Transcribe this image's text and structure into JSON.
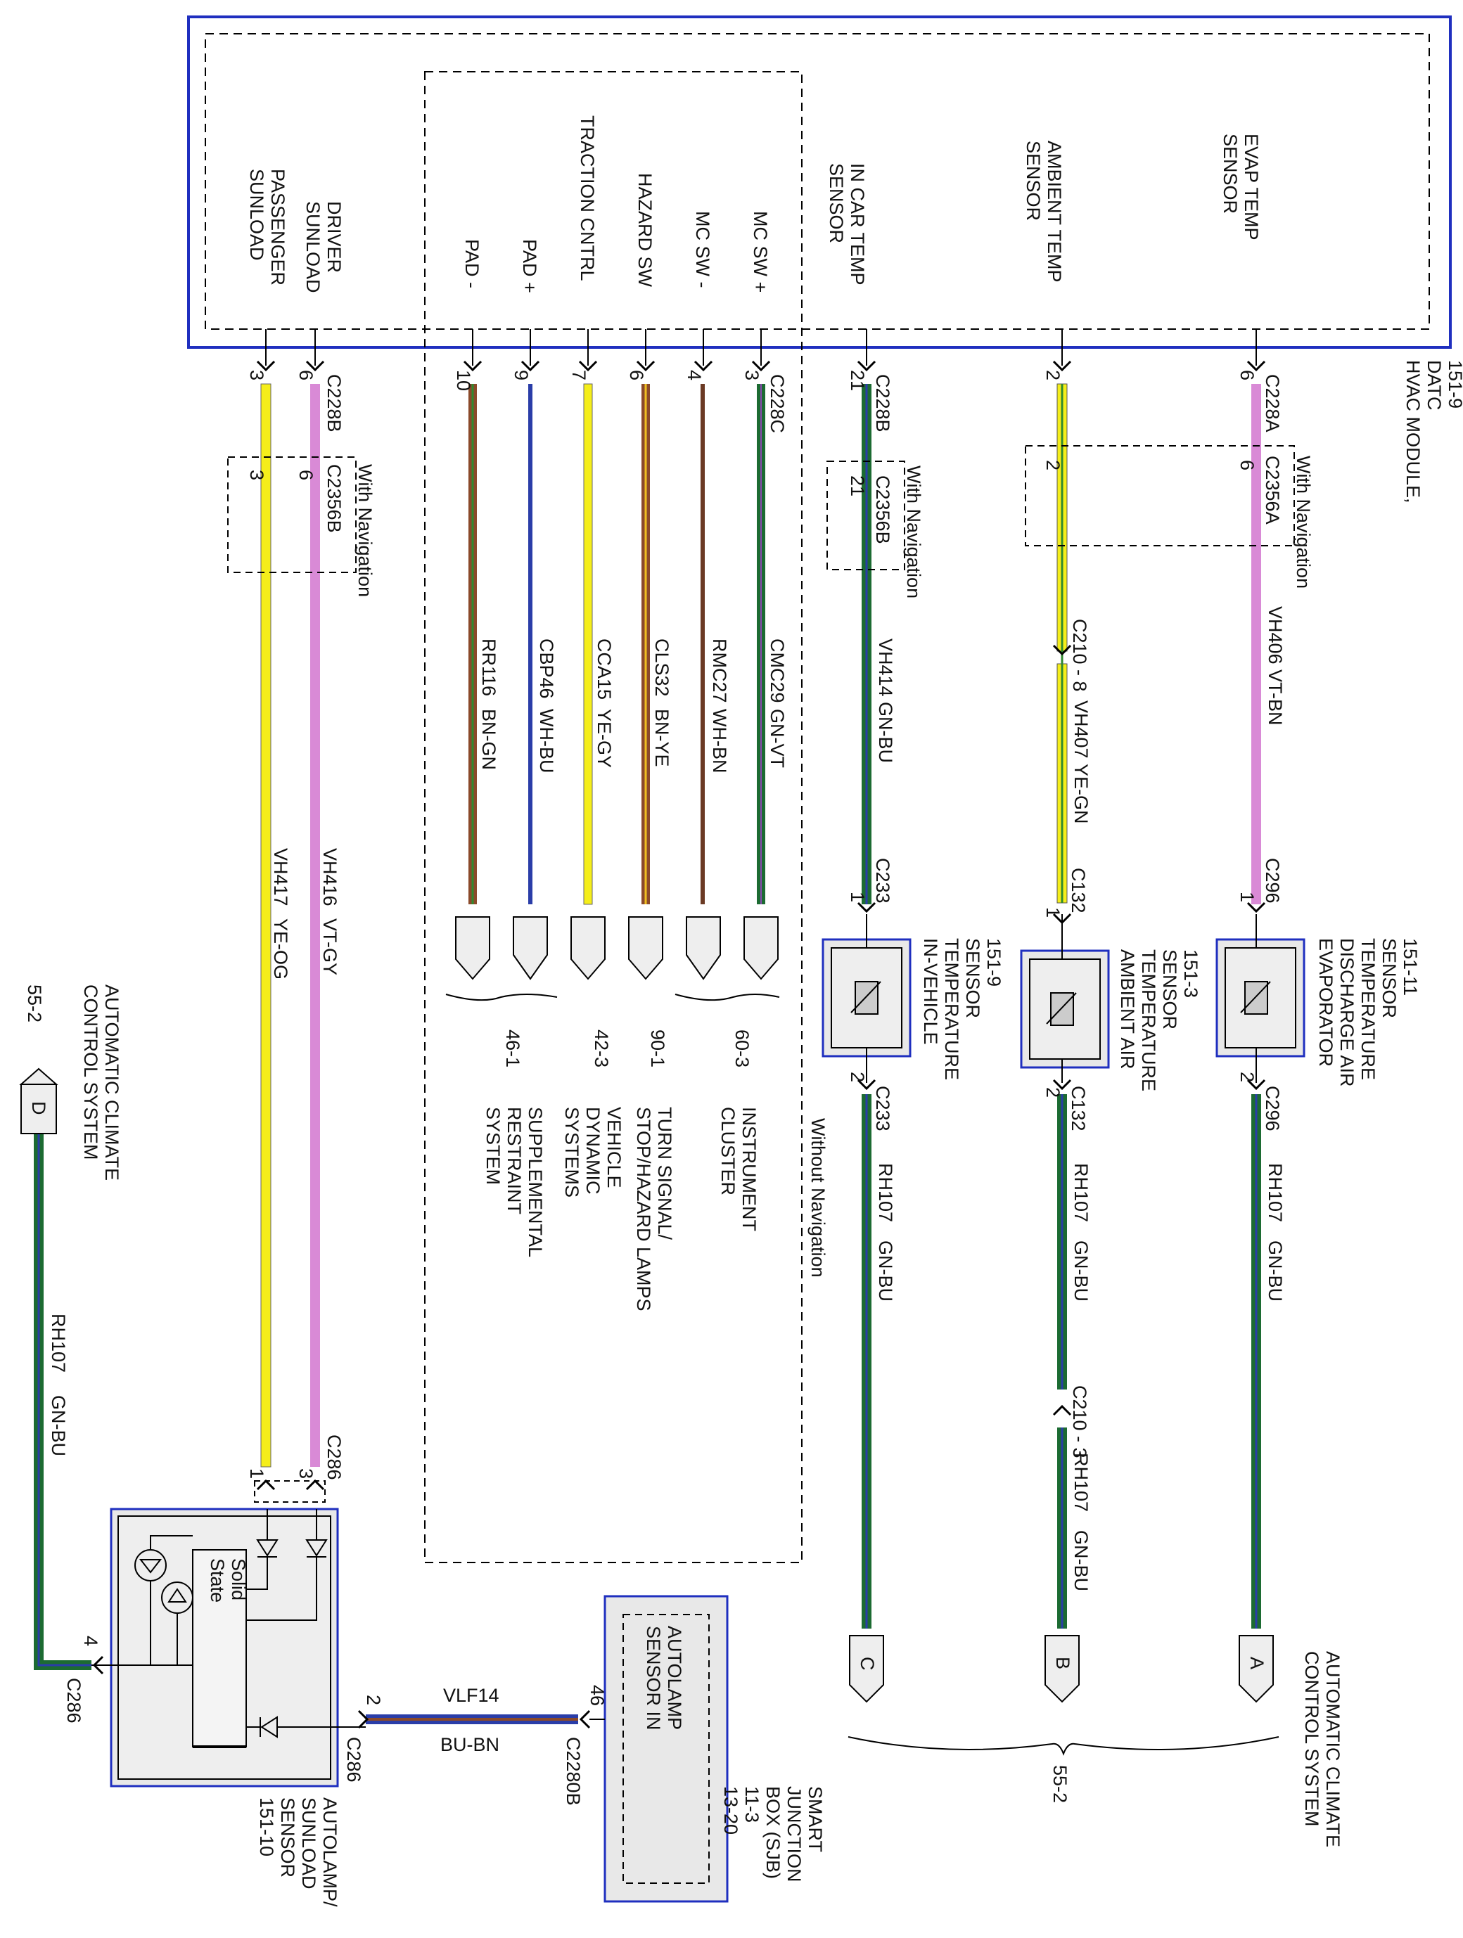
{
  "hvac_module": {
    "label": [
      "HVAC MODULE,",
      "DATC",
      "151-9"
    ],
    "inputs": [
      "EVAP TEMP",
      "SENSOR",
      "AMBIENT TEMP",
      "SENSOR",
      "IN CAR TEMP",
      "SENSOR",
      "MC SW +",
      "MC SW -",
      "HAZARD SW",
      "TRACTION CNTRL",
      "PAD +",
      "PAD -",
      "DRIVER",
      "SUNLOAD",
      "PASSENGER",
      "SUNLOAD"
    ]
  },
  "connectors": {
    "c228a": "C228A",
    "c228b": "C228B",
    "c228c": "C228C",
    "c2356a": "C2356A",
    "c2356b": "C2356B",
    "c210_8": "C210 - 8",
    "c210_3": "C210 - 3",
    "c296": "C296",
    "c132": "C132",
    "c233": "C233",
    "c286": "C286",
    "c2280b": "C2280B",
    "with_navigation": "With Navigation",
    "without_navigation": "Without Navigation"
  },
  "pins": [
    "6",
    "2",
    "21",
    "3",
    "4",
    "6",
    "7",
    "9",
    "10",
    "6",
    "3",
    "1",
    "2",
    "4",
    "46"
  ],
  "wires": [
    {
      "circuit": "VH406",
      "color_code": "VT-BN"
    },
    {
      "circuit": "VH407",
      "color_code": "YE-GN"
    },
    {
      "circuit": "VH414",
      "color_code": "GN-BU"
    },
    {
      "circuit": "CMC29",
      "color_code": "GN-VT"
    },
    {
      "circuit": "RMC27",
      "color_code": "WH-BN"
    },
    {
      "circuit": "CLS32",
      "color_code": "BN-YE"
    },
    {
      "circuit": "CCA15",
      "color_code": "YE-GY"
    },
    {
      "circuit": "CBP46",
      "color_code": "WH-BU"
    },
    {
      "circuit": "RR116",
      "color_code": "BN-GN"
    },
    {
      "circuit": "VH416",
      "color_code": "VT-GY"
    },
    {
      "circuit": "VH417",
      "color_code": "YE-OG"
    },
    {
      "circuit": "RH107",
      "color_code": "GN-BU"
    },
    {
      "circuit": "VLF14",
      "color_code": "BU-BN"
    }
  ],
  "sensors": {
    "evap": [
      "EVAPORATOR",
      "DISCHARGE AIR",
      "TEMPERATURE",
      "SENSOR",
      "151-11"
    ],
    "ambient": [
      "AMBIENT AIR",
      "TEMPERATURE",
      "SENSOR",
      "151-3"
    ],
    "invehicle": [
      "IN-VEHICLE",
      "TEMPERATURE",
      "SENSOR",
      "151-9"
    ],
    "autolamp": [
      "AUTOLAMP/",
      "SUNLOAD",
      "SENSOR",
      "151-10"
    ],
    "solid_state": [
      "Solid",
      "State"
    ]
  },
  "destinations": {
    "instrument_cluster": [
      "INSTRUMENT",
      "CLUSTER"
    ],
    "turn_signal": [
      "TURN SIGNAL/",
      "STOP/HAZARD LAMPS"
    ],
    "vehicle_dynamic": [
      "VEHICLE",
      "DYNAMIC",
      "SYSTEMS"
    ],
    "srs": [
      "SUPPLEMENTAL",
      "RESTRAINT",
      "SYSTEM"
    ],
    "refs": [
      "60-3",
      "90-1",
      "42-3",
      "46-1"
    ],
    "acc_top": [
      "AUTOMATIC CLIMATE",
      "CONTROL SYSTEM",
      "55-2"
    ],
    "acc_bottom": [
      "AUTOMATIC CLIMATE",
      "CONTROL SYSTEM"
    ],
    "acc_bottom_ref": "55-2",
    "letters": [
      "A",
      "B",
      "C",
      "D"
    ]
  },
  "sjb": {
    "inner": [
      "AUTOLAMP",
      "SENSOR IN"
    ],
    "label": [
      "SMART",
      "JUNCTION",
      "BOX (SJB)",
      "11-3",
      "13-20"
    ]
  },
  "colors": {
    "module_border": "#1f2fbf",
    "violet": "#d98ad6",
    "yellow": "#f5ee1a",
    "green": "#1c6b32",
    "blue_stripe": "#2a3da8",
    "brown": "#8b4a2a"
  }
}
